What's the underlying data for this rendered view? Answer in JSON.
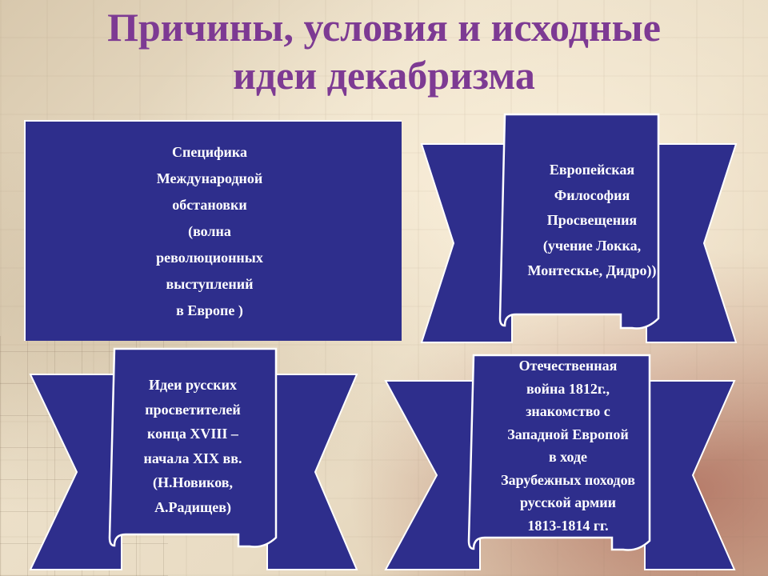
{
  "title": {
    "line1": "Причины, условия и исходные",
    "line2": "идеи декабризма"
  },
  "blocks": {
    "international": "Специфика\nМеждународной\nобстановки\n(волна\nреволюционных\nвыступлений\nв Европе )",
    "philosophy": "Европейская\nФилософия\nПросвещения\n(учение Локка,\nМонтескье, Дидро))",
    "russian_enlighteners": "Идеи русских\nпросветителей\nконца XVIII –\nначала XIX вв.\n(Н.Новиков,\nА.Радищев)",
    "patriotic_war": "Отечественная\nвойна 1812г.,\nзнакомство с\nЗападной Европой\nв ходе\nЗарубежных походов\nрусской армии\n1813-1814 гг."
  },
  "colors": {
    "title": "#7d3a93",
    "banner_fill": "#2e2e8c",
    "banner_text": "#ffffff"
  }
}
